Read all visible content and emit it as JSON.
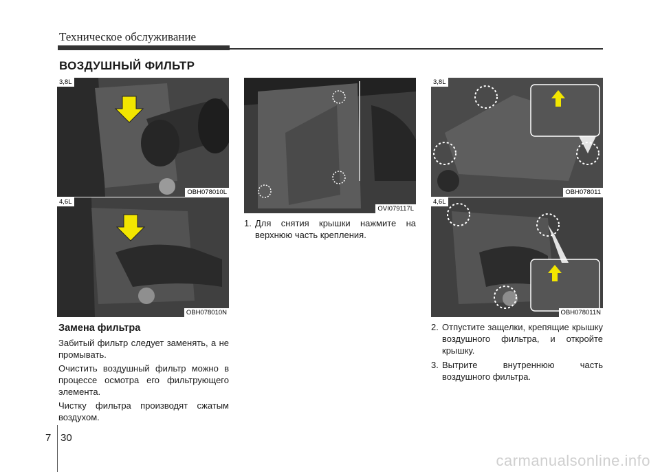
{
  "header": {
    "title": "Техническое обслуживание"
  },
  "section": {
    "title": "ВОЗДУШНЫЙ ФИЛЬТР"
  },
  "images": {
    "img1": {
      "engine": "3,8L",
      "code": "OBH078010L"
    },
    "img2": {
      "engine": "4,6L",
      "code": "OBH078010N"
    },
    "img3": {
      "code": "OVI079117L"
    },
    "img4": {
      "engine": "3,8L",
      "code": "OBH078011"
    },
    "img5": {
      "engine": "4,6L",
      "code": "OBH078011N"
    }
  },
  "left": {
    "subhead": "Замена фильтра",
    "p1": "Забитый фильтр следует заменять, а не промывать.",
    "p2": "Очистить воздушный фильтр можно в процессе осмотра его фильтрующего элемента.",
    "p3": "Чистку фильтра производят сжатым воздухом."
  },
  "middle": {
    "steps": [
      {
        "num": "1.",
        "text": "Для снятия крышки нажмите на верхнюю часть крепления."
      }
    ]
  },
  "right": {
    "steps": [
      {
        "num": "2.",
        "text": "Отпустите защелки, крепящие крышку воздушного фильтра, и откройте крышку."
      },
      {
        "num": "3.",
        "text": "Вытрите внутреннюю часть воздушного фильтра."
      }
    ]
  },
  "footer": {
    "chapter": "7",
    "page": "30"
  },
  "watermark": {
    "text": "carmanualsonline.info"
  },
  "colors": {
    "arrow": "#f2e600",
    "photo": "#3a3a3a",
    "rule": "#333333"
  }
}
